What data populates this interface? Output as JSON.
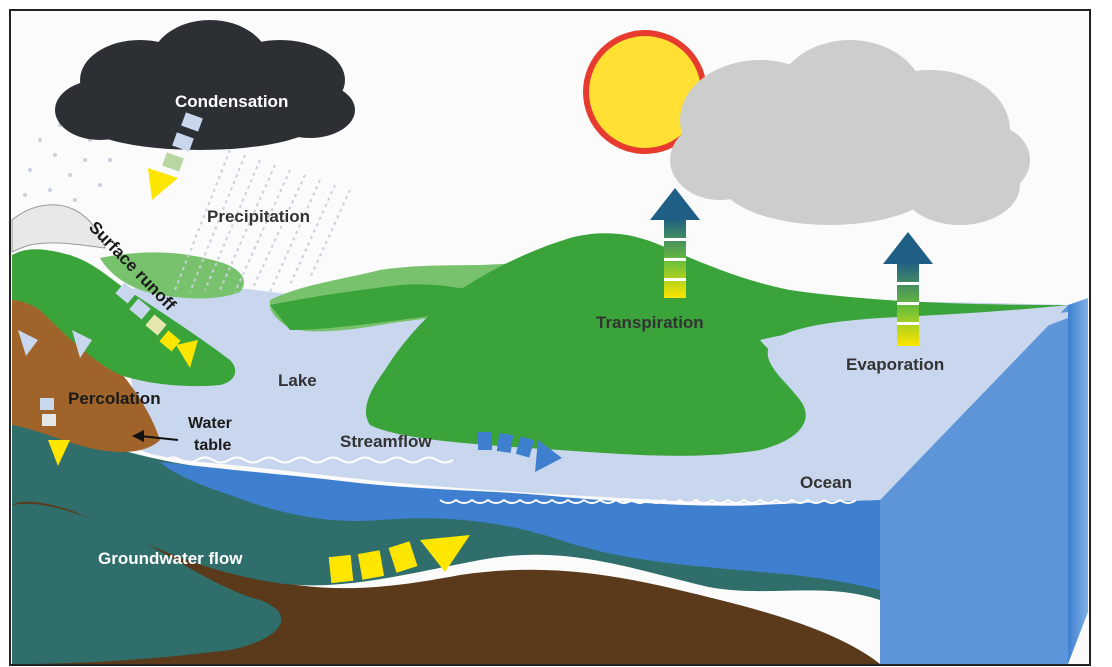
{
  "labels": {
    "condensation": "Condensation",
    "precipitation": "Precipitation",
    "surface_runoff": "Surface runoff",
    "percolation": "Percolation",
    "water_table_line1": "Water",
    "water_table_line2": "table",
    "lake": "Lake",
    "streamflow": "Streamflow",
    "groundwater_flow": "Groundwater flow",
    "transpiration": "Transpiration",
    "evaporation": "Evaporation",
    "ocean": "Ocean"
  },
  "colors": {
    "water_light": "#c9d7ee",
    "water_deep": "#3f7fd0",
    "ocean_side": "#6fa3dd",
    "land_green": "#3aa33a",
    "land_light_green": "#79c26d",
    "ground_teal": "#2f6e6a",
    "soil_brown": "#5a3a1a",
    "soil_orange": "#a0642a",
    "storm_cloud": "#2c2f34",
    "gray_cloud": "#cdcdcd",
    "sun": "#ffe033",
    "sun_rim": "#e63b2e",
    "flow_arrow_yellow": "#ffe600",
    "arrow_teal": "#2a6a88"
  }
}
